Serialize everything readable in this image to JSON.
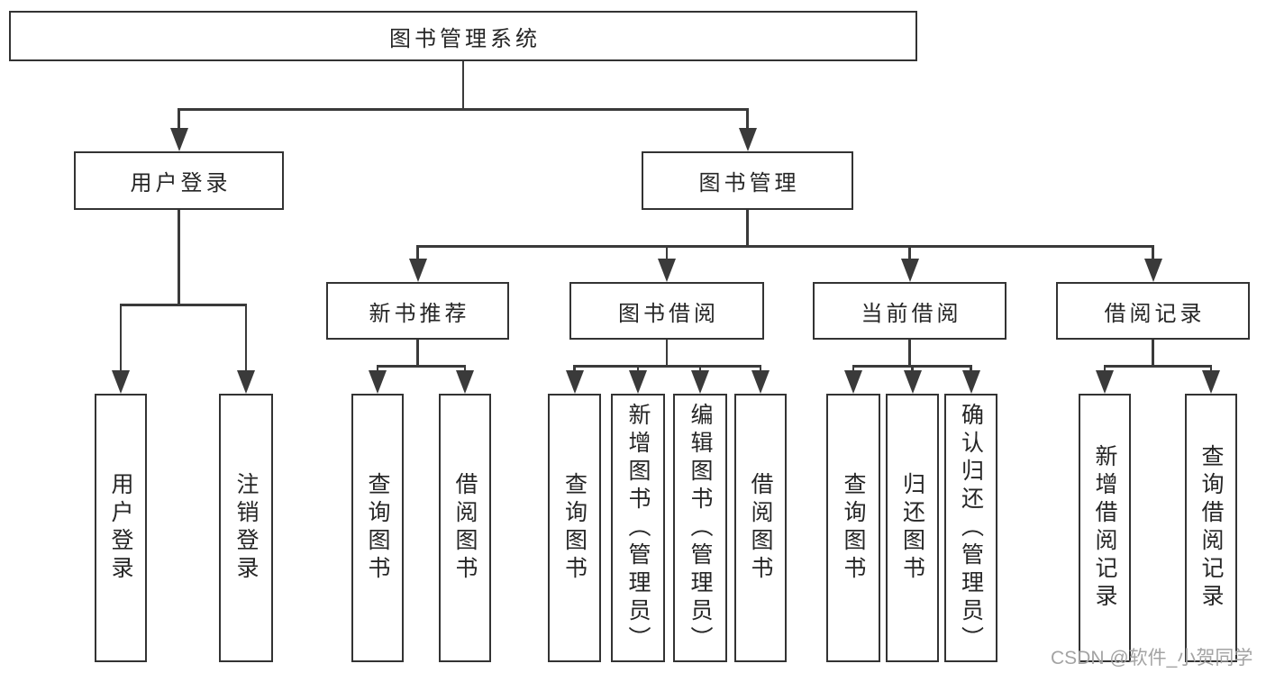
{
  "nodes": {
    "root": {
      "label": "图书管理系统"
    },
    "level2": [
      {
        "label": "用户登录"
      },
      {
        "label": "图书管理"
      }
    ],
    "level3": [
      {
        "label": "新书推荐"
      },
      {
        "label": "图书借阅"
      },
      {
        "label": "当前借阅"
      },
      {
        "label": "借阅记录"
      }
    ],
    "leaves": {
      "user_login": [
        {
          "label": "用户登录"
        },
        {
          "label": "注销登录"
        }
      ],
      "new_book_recommend": [
        {
          "label": "查询图书"
        },
        {
          "label": "借阅图书"
        }
      ],
      "book_borrow": [
        {
          "label": "查询图书"
        },
        {
          "label": "新增图书（管理员）"
        },
        {
          "label": "编辑图书（管理员）"
        },
        {
          "label": "借阅图书"
        }
      ],
      "current_borrow": [
        {
          "label": "查询图书"
        },
        {
          "label": "归还图书"
        },
        {
          "label": "确认归还（管理员）"
        }
      ],
      "borrow_records": [
        {
          "label": "新增借阅记录"
        },
        {
          "label": "查询借阅记录"
        }
      ]
    }
  },
  "watermark": {
    "text": "CSDN @软件_小贺同学"
  },
  "colors": {
    "line": "#3a3a3a",
    "box_border": "#333333",
    "text": "#262626",
    "watermark": "#a3a3a3",
    "background": "#ffffff"
  }
}
